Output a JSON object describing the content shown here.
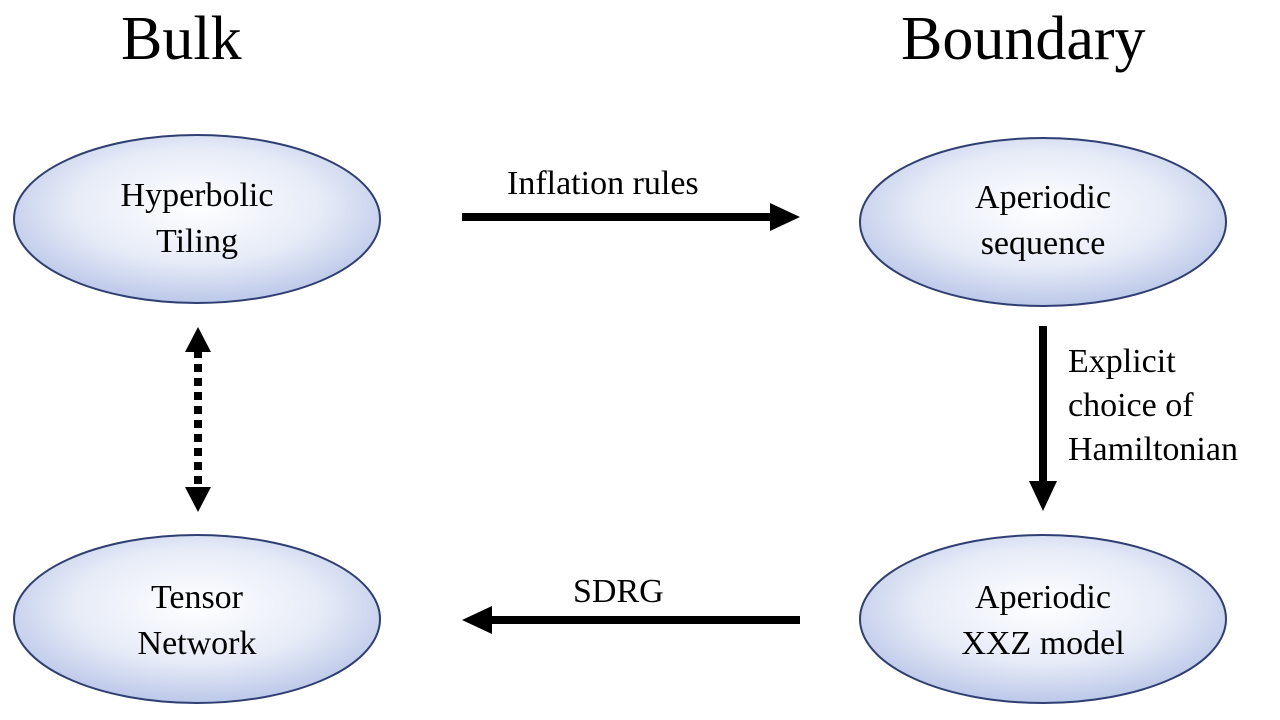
{
  "headings": {
    "left": "Bulk",
    "right": "Boundary"
  },
  "nodes": {
    "hyperbolic_tiling": {
      "line1": "Hyperbolic",
      "line2": "Tiling"
    },
    "aperiodic_sequence": {
      "line1": "Aperiodic",
      "line2": "sequence"
    },
    "tensor_network": {
      "line1": "Tensor",
      "line2": "Network"
    },
    "aperiodic_xxz": {
      "line1": "Aperiodic",
      "line2": "XXZ model"
    }
  },
  "edges": {
    "inflation": {
      "label": "Inflation rules"
    },
    "hamiltonian": {
      "line1": "Explicit",
      "line2": "choice of",
      "line3": "Hamiltonian"
    },
    "sdrg": {
      "label": "SDRG"
    }
  },
  "colors": {
    "node_fill_center": "#ffffff",
    "node_fill_edge": "#b4c2e6",
    "node_stroke": "#2f3f73",
    "arrow": "#000000"
  }
}
